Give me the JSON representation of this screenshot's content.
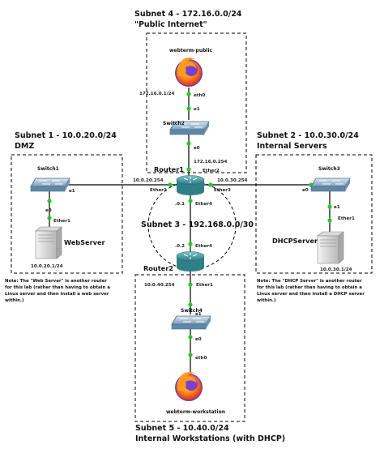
{
  "subnets": {
    "s4": {
      "title": "Subnet 4 - 172.16.0.0/24",
      "subtitle": "\"Public Internet\""
    },
    "s1": {
      "title": "Subnet 1 - 10.0.20.0/24",
      "subtitle": "DMZ"
    },
    "s2": {
      "title": "Subnet 2 - 10.0.30.0/24",
      "subtitle": "Internal Servers"
    },
    "s3": {
      "title": "Subnet 3 - 192.168.0.0/30"
    },
    "s5": {
      "title": "Subnet 5 - 10.40.0/24",
      "subtitle": "Internal Workstations (with DHCP)"
    }
  },
  "devices": {
    "webterm_public": "webterm-public",
    "switch2": "Switch2",
    "router1": "Router1",
    "switch1": "Switch1",
    "webserver": "WebServer",
    "switch3": "Switch3",
    "dhcpserver": "DHCPServer",
    "router2": "Router2",
    "switch4": "Switch4",
    "webterm_workstation": "webterm-workstation"
  },
  "labels": {
    "wp_ip": "172.16.0.1/24",
    "wp_eth0": "eth0",
    "sw2_e1": "e1",
    "sw2_e0": "e0",
    "r1_ether2_ip": "172.16.0.254",
    "r1_ether2": "Ether2",
    "r1_ether1_ip": "10.0.20.254",
    "r1_ether1": "Ether1",
    "r1_ether3_ip": "10.0.30.254",
    "r1_ether3": "Ether3",
    "r1_ether4": "Ether4",
    "r1_dot1": ".0.1",
    "sw1_e1": "e1",
    "sw1_e0": "e0",
    "ws_ether1": "Ether1",
    "ws_ip": "10.0.20.1/24",
    "sw3_e0": "e0",
    "sw3_e1": "e1",
    "dhcp_ether1": "Ether1",
    "dhcp_ip": "10.0.30.1/24",
    "r2_dot2": ".0.2",
    "r2_ether4": "Ether4",
    "r2_ether1_ip": "10.0.40.254",
    "r2_ether1": "Ether1",
    "sw4_e1": "e1",
    "sw4_e0": "e0",
    "ww_eth0": "eth0"
  },
  "notes": {
    "web": [
      "Note: The \"Web Server\" is another router",
      "for this lab (rather than having to obtain a",
      "Linux server and then install a web server",
      "within.)"
    ],
    "dhcp": [
      "Note: The \"DHCP Server\" is another router",
      "for this lab (rather than having to obtain a",
      "Linux server and then install a DHCP server",
      "within.)"
    ]
  },
  "colors": {
    "link": "#000000",
    "port_dot": "#22cc22",
    "router": "#3f8f96",
    "switch": "#6f9dbf",
    "firefox_orange": "#f07a1c",
    "firefox_purple": "#6a3fb8"
  }
}
